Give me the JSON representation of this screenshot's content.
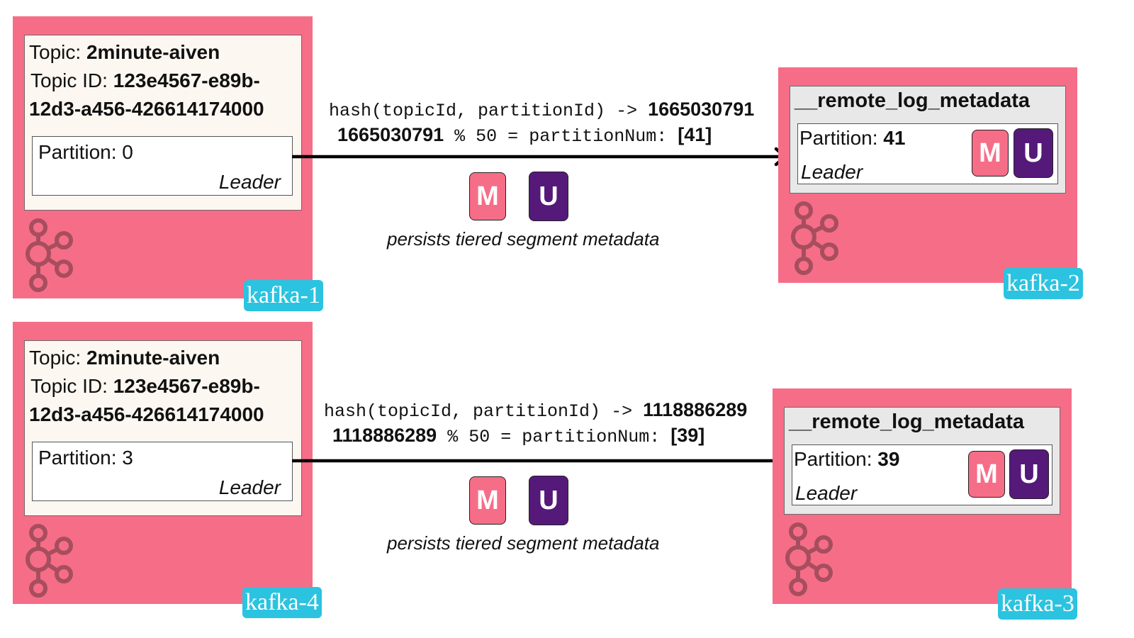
{
  "colors": {
    "broker": "#f66d88",
    "broker_tag": "#2bc3e0",
    "topic_card": "#fdf7f1",
    "meta_card": "#e8e8e8",
    "badge_m": "#f66d88",
    "badge_u": "#55197a",
    "kafka_logo": "#a74e5e"
  },
  "icons": [
    "kafka-logo-icon",
    "arrow-right-icon"
  ],
  "flows": [
    {
      "source": {
        "broker_name": "kafka-1",
        "topic_label": "Topic:",
        "topic_name": "2minute-aiven",
        "topic_id_label": "Topic ID:",
        "topic_id_line1": "123e4567-e89b-",
        "topic_id_line2": "12d3-a456-426614174000",
        "partition_label": "Partition: 0",
        "role": "Leader"
      },
      "hash_line_code": "hash(topicId, partitionId) -> ",
      "hash_value": "1665030791",
      "mod_value": "1665030791",
      "mod_line_code": " % 50 = partitionNum: ",
      "partition_result": "[41]",
      "badge_m": "M",
      "badge_u": "U",
      "persists_text": "persists tiered segment metadata",
      "target": {
        "broker_name": "kafka-2",
        "topic_name": "__remote_log_metadata",
        "partition_label": "Partition: ",
        "partition_num": "41",
        "role": "Leader",
        "badge_m": "M",
        "badge_u": "U"
      }
    },
    {
      "source": {
        "broker_name": "kafka-4",
        "topic_label": "Topic:",
        "topic_name": "2minute-aiven",
        "topic_id_label": "Topic ID:",
        "topic_id_line1": "123e4567-e89b-",
        "topic_id_line2": "12d3-a456-426614174000",
        "partition_label": "Partition: 3",
        "role": "Leader"
      },
      "hash_line_code": "hash(topicId, partitionId) -> ",
      "hash_value": "1118886289",
      "mod_value": "1118886289",
      "mod_line_code": " % 50 = partitionNum: ",
      "partition_result": "[39]",
      "badge_m": "M",
      "badge_u": "U",
      "persists_text": "persists tiered segment metadata",
      "target": {
        "broker_name": "kafka-3",
        "topic_name": "__remote_log_metadata",
        "partition_label": "Partition: ",
        "partition_num": "39",
        "role": "Leader",
        "badge_m": "M",
        "badge_u": "U"
      }
    }
  ]
}
